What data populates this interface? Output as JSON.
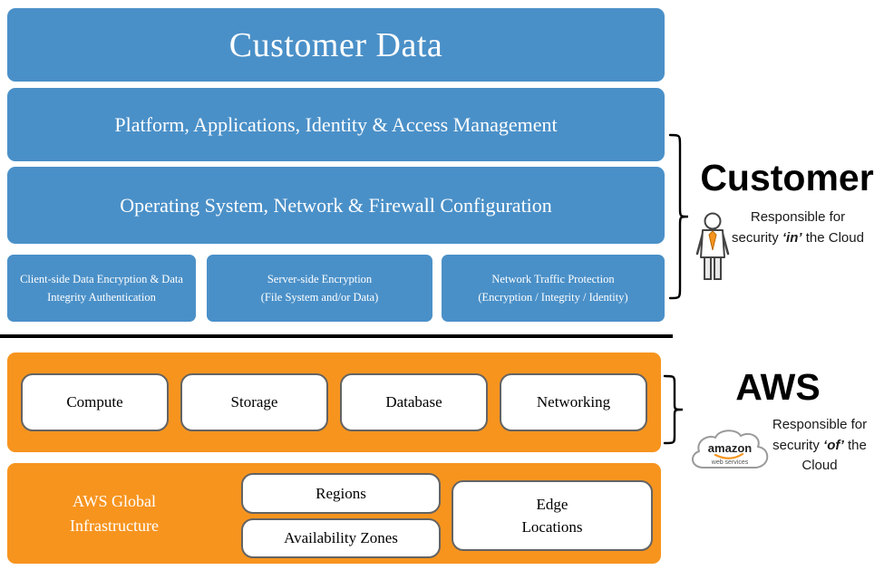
{
  "colors": {
    "blue": "#4a90c8",
    "orange": "#f7941e"
  },
  "customer": {
    "data_row": "Customer Data",
    "platform_row": "Platform, Applications, Identity & Access Management",
    "os_row": "Operating System, Network & Firewall Configuration",
    "sub_boxes": [
      "Client-side Data Encryption & Data\nIntegrity Authentication",
      "Server-side Encryption\n(File System and/or Data)",
      "Network Traffic Protection\n(Encryption / Integrity / Identity)"
    ],
    "label": "Customer",
    "caption_prefix": "Responsible for security ",
    "caption_emph": "‘in’",
    "caption_suffix": " the Cloud"
  },
  "aws": {
    "services": [
      "Compute",
      "Storage",
      "Database",
      "Networking"
    ],
    "infra_label": "AWS Global Infrastructure",
    "infra_items": [
      "Regions",
      "Availability Zones",
      "Edge Locations"
    ],
    "label": "AWS",
    "logo_text1": "amazon",
    "logo_text2": "web services",
    "caption_prefix": "Responsible for security ",
    "caption_emph": "‘of’",
    "caption_suffix": " the Cloud"
  }
}
